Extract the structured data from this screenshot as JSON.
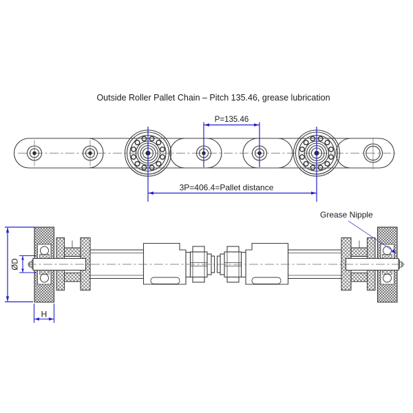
{
  "drawing": {
    "title": "Outside Roller Pallet Chain – Pitch 135.46, grease lubrication",
    "top_view": {
      "pitch_label": "P=135.46",
      "pitch_value": 135.46,
      "pallet_distance_label": "3P=406.4=Pallet distance",
      "pallet_distance_value": 406.4,
      "pitches_per_pallet": 3
    },
    "side_view": {
      "grease_nipple_label": "Grease Nipple",
      "shaft_diameter_label": "ØD",
      "roller_width_label": "H"
    },
    "colors": {
      "dimension": "#2121cc",
      "leader": "#5a5ac8",
      "linework": "#3c3c3c",
      "background": "#ffffff"
    }
  }
}
